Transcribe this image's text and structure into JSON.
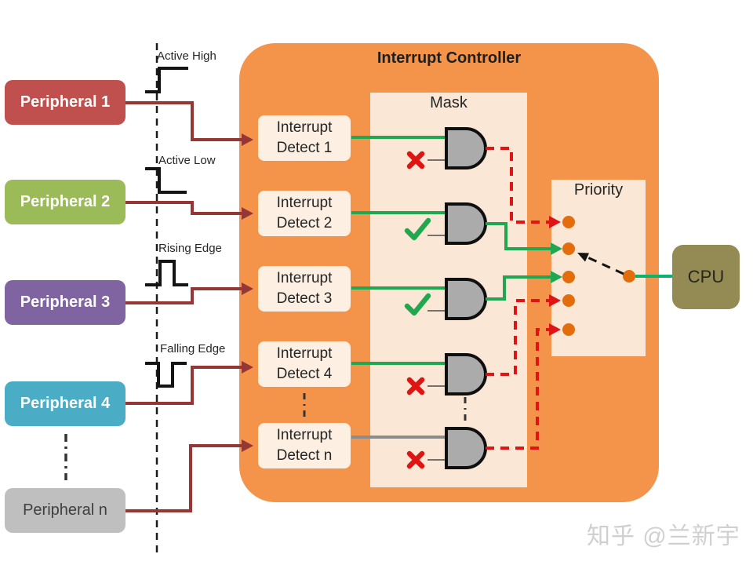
{
  "title": "Interrupt Controller",
  "labels": {
    "mask": "Mask",
    "priority": "Priority",
    "cpu": "CPU"
  },
  "watermark": "知乎 @兰新宇",
  "peripherals": [
    {
      "label": "Peripheral 1",
      "color": "#C0504D",
      "signal_type": "Active High"
    },
    {
      "label": "Peripheral 2",
      "color": "#9BBB59",
      "signal_type": "Active Low"
    },
    {
      "label": "Peripheral 3",
      "color": "#8064A2",
      "signal_type": "Rising Edge"
    },
    {
      "label": "Peripheral 4",
      "color": "#4BACC6",
      "signal_type": "Falling Edge"
    },
    {
      "label": "Peripheral n",
      "color": "#BFBFBF",
      "signal_type": ""
    }
  ],
  "detectors": [
    {
      "label": "Interrupt Detect 1",
      "mask_enabled": false
    },
    {
      "label": "Interrupt Detect 2",
      "mask_enabled": true
    },
    {
      "label": "Interrupt Detect 3",
      "mask_enabled": true
    },
    {
      "label": "Interrupt Detect 4",
      "mask_enabled": false
    },
    {
      "label": "Interrupt Detect n",
      "mask_enabled": false
    }
  ],
  "priority": {
    "inputs": 5,
    "selected_input": 2,
    "active_inputs": [
      2,
      3
    ]
  },
  "colors": {
    "controller_orange": "#F4944A",
    "panel_peach": "#FBE7D6",
    "detect_cream": "#FDF0E2",
    "wire_dark_red": "#953734",
    "wire_green": "#1FA751",
    "wire_gray": "#8C8C8C",
    "masked_red": "#E01414",
    "check_green": "#21A84F",
    "x_red": "#DE1512",
    "gate_gray": "#ABABAB",
    "dot_orange": "#E36D0C",
    "cpu_khaki": "#948A54",
    "cpu_wire_green": "#0CB26E"
  }
}
